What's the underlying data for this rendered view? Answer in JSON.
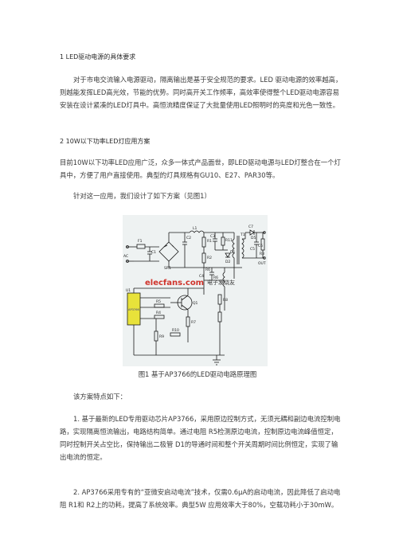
{
  "sec1": {
    "heading": "1 LED驱动电源的具体要求",
    "para": "对于市电交流输入电源驱动，隔离输出是基于安全规范的要求。LED 驱动电源的效率越高，则越能发挥LED高光效，节能的优势。同时高开关工作频率，高效率使得整个LED驱动电源容易安装在设计紧凑的LED灯具中。高恒流精度保证了大批量使用LED照明时的亮度和光色一致性。"
  },
  "sec2": {
    "heading": "2 10W以下功率LED灯应用方案",
    "para1": "目前10W以下功率LED应用广泛，众多一体式产品面世，即LED驱动电源与LED灯整合在一个灯具中，方便了用户直接使用。典型的灯具规格有GU10、E27、PAR30等。",
    "para2": "针对这一应用，我们设计了如下方案（见图1）"
  },
  "figure": {
    "caption": "图1 基于AP3766的LED驱动电路原理图",
    "watermark": "elecfans.com",
    "watermark_cn": "电子发烧友",
    "labels": [
      "F1",
      "C1",
      "SR1",
      "AC",
      "L1",
      "C2",
      "R1",
      "C3",
      "R11",
      "D1",
      "C6",
      "R2",
      "D2",
      "R6",
      "T1",
      "C4",
      "C7",
      "R6",
      "D5",
      "C5",
      "R3",
      "OUT",
      "U1",
      "Q1",
      "R5",
      "R4",
      "R7",
      "R8",
      "R9",
      "R10",
      "AP3766"
    ]
  },
  "sec3": {
    "intro": "该方案特点如下：",
    "item1": "1. 基于最新的LED专用驱动芯片AP3766，采用原边控制方式，无须光耦和副边电流控制电路，实现隔离恒流输出，电路结构简单。通过电阻 R5检测原边电流，控制原边电流峰值恒定，同时控制开关占空比，保持输出二极管 D1的导通时间和整个开关周期时间比例恒定，实现了输出电流的恒定。",
    "item2": "2. AP3766采用专有的“亚微安启动电流”技术，仅需0.6μA的启动电流，因此降低了启动电阻 R1和 R2上的功耗，提高了系统效率。典型5W 应用效率大于80%，空载功耗小于30mW。"
  },
  "colors": {
    "schematic_line": "#1a1a1a",
    "schematic_bg": "#eef2f2",
    "ic_fill": "#e8e23a",
    "watermark_red": "#d0342c"
  }
}
